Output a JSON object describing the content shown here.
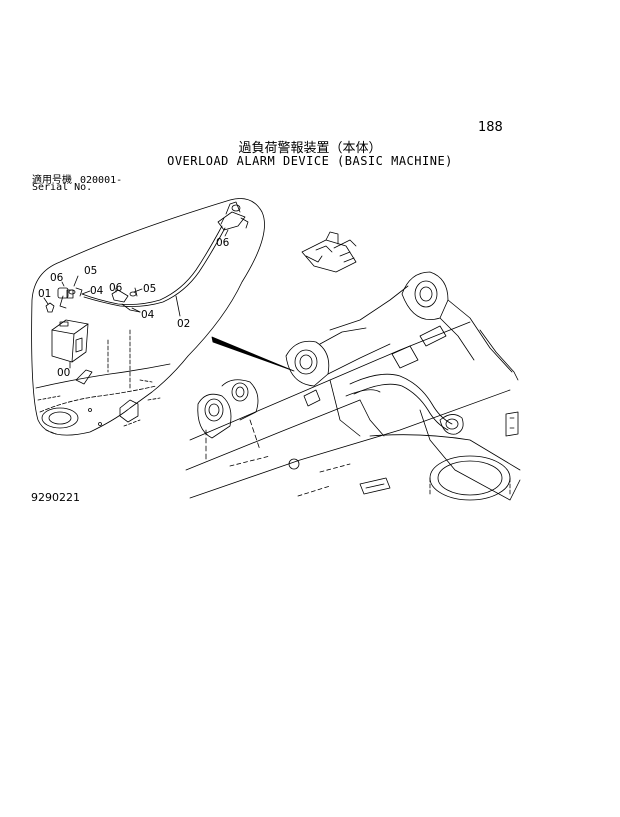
{
  "page_number": "188",
  "title_japanese": "過負荷警報装置（本体）",
  "title_english": "OVERLOAD ALARM DEVICE (BASIC MACHINE)",
  "serial": {
    "label_japanese": "適用号機",
    "number": "020001-",
    "label_english": "Serial No."
  },
  "drawing_number": "9290221",
  "callouts": {
    "c06_top": "06",
    "c06_left": "06",
    "c05_left": "05",
    "c01": "01",
    "c04_left": "04",
    "c06_mid": "06",
    "c05_mid": "05",
    "c04_mid": "04",
    "c02": "02",
    "c00": "00"
  }
}
